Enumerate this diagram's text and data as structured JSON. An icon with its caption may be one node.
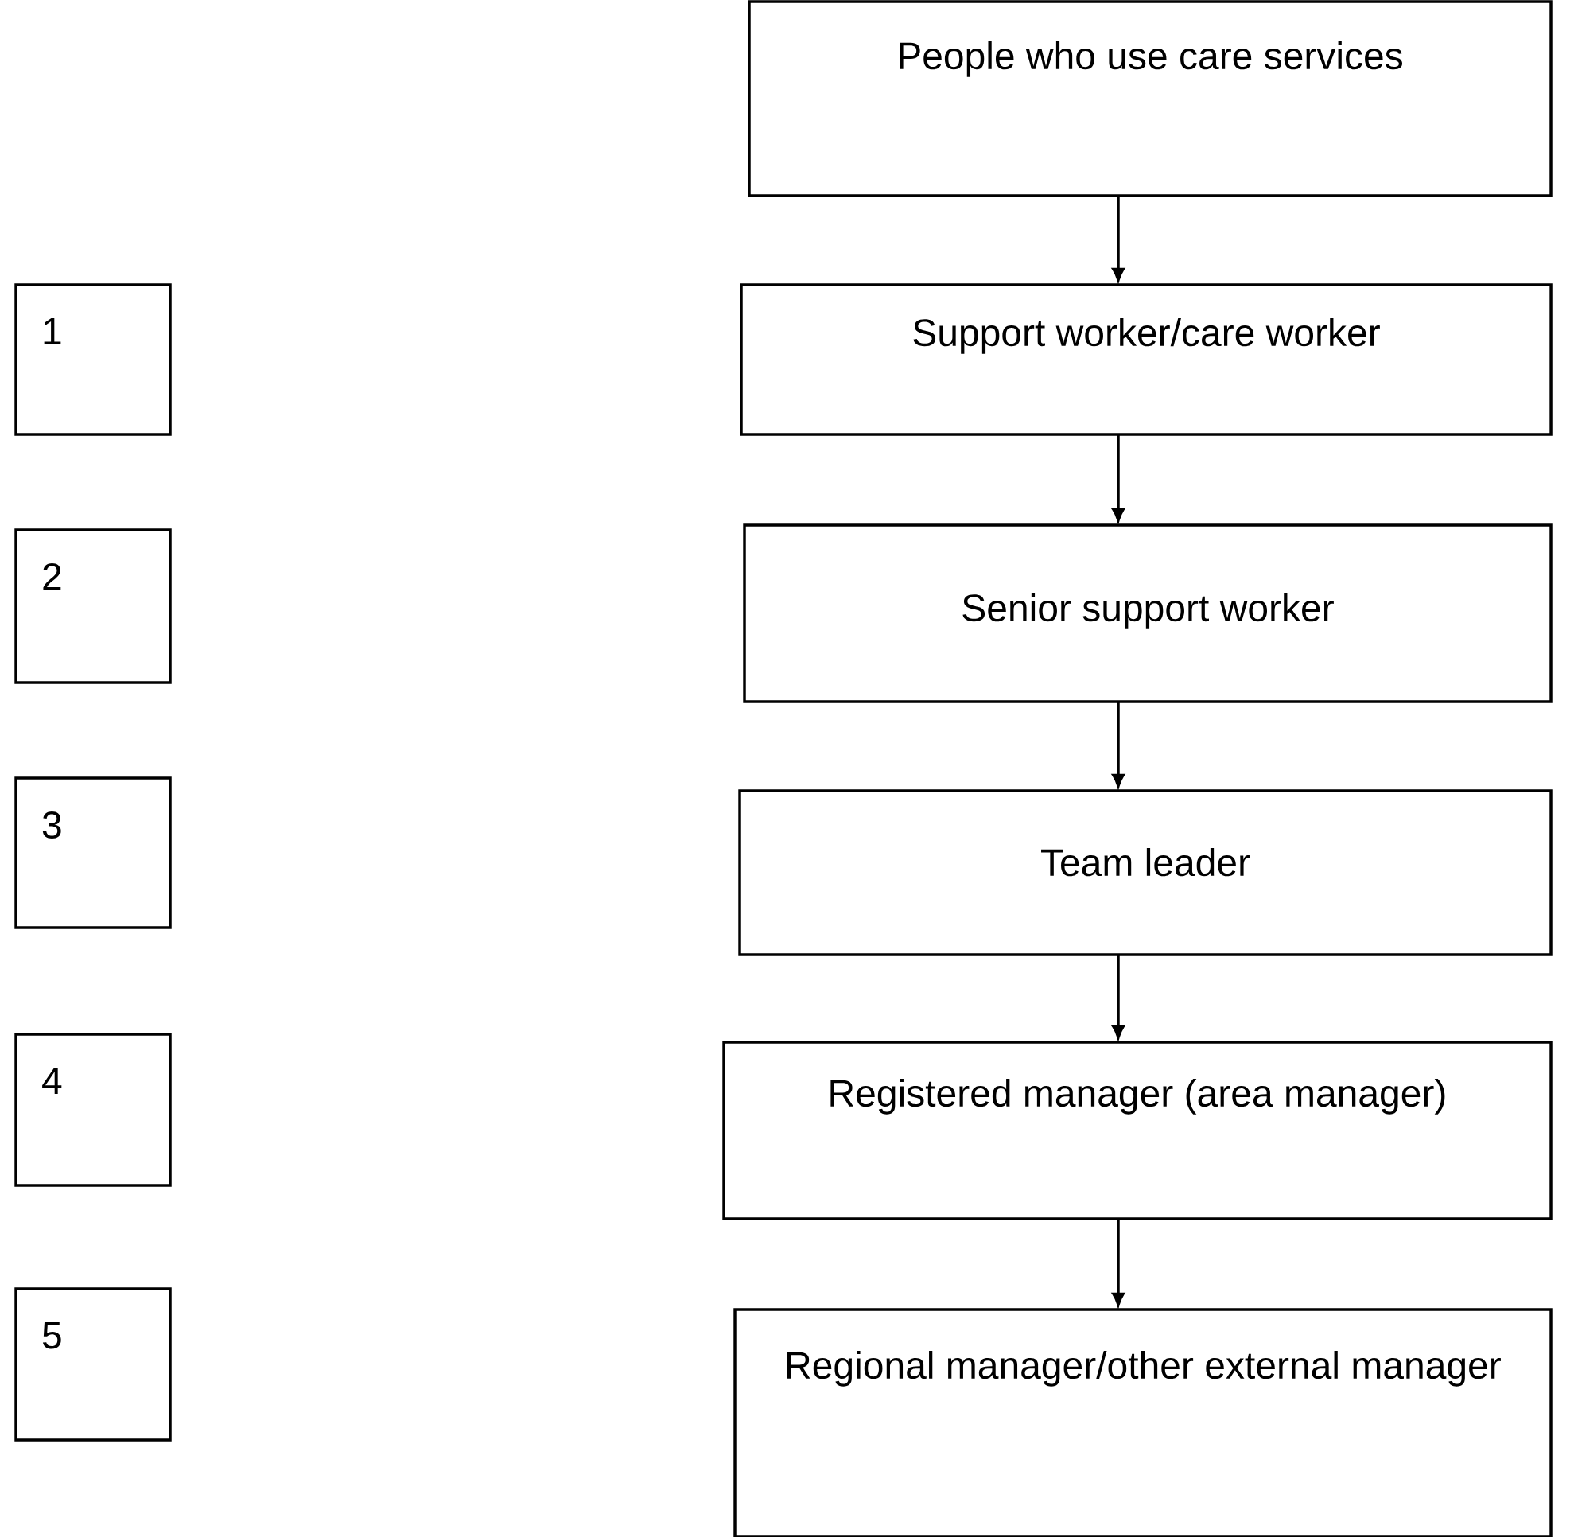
{
  "diagram": {
    "nodes": [
      {
        "text": [
          "People who use care services"
        ]
      },
      {
        "text": [
          "Support worker/care worker"
        ]
      },
      {
        "text": [
          "Senior support worker"
        ]
      },
      {
        "text": [
          "Team leader"
        ]
      },
      {
        "text": [
          "Registered manager (area manager)"
        ]
      },
      {
        "text": [
          "Regional manager/other external manager"
        ]
      },
      {
        "text": [
          "1"
        ]
      },
      {
        "text": [
          "2"
        ]
      },
      {
        "text": [
          "3"
        ]
      },
      {
        "text": [
          "4"
        ]
      },
      {
        "text": [
          "5"
        ]
      }
    ],
    "edges": [
      {
        "from": 0,
        "to": 1,
        "arrow": "to"
      },
      {
        "from": 1,
        "to": 2,
        "arrow": "to"
      },
      {
        "from": 2,
        "to": 3,
        "arrow": "to"
      },
      {
        "from": 3,
        "to": 4,
        "arrow": "to"
      },
      {
        "from": 4,
        "to": 5,
        "arrow": "to"
      }
    ]
  }
}
